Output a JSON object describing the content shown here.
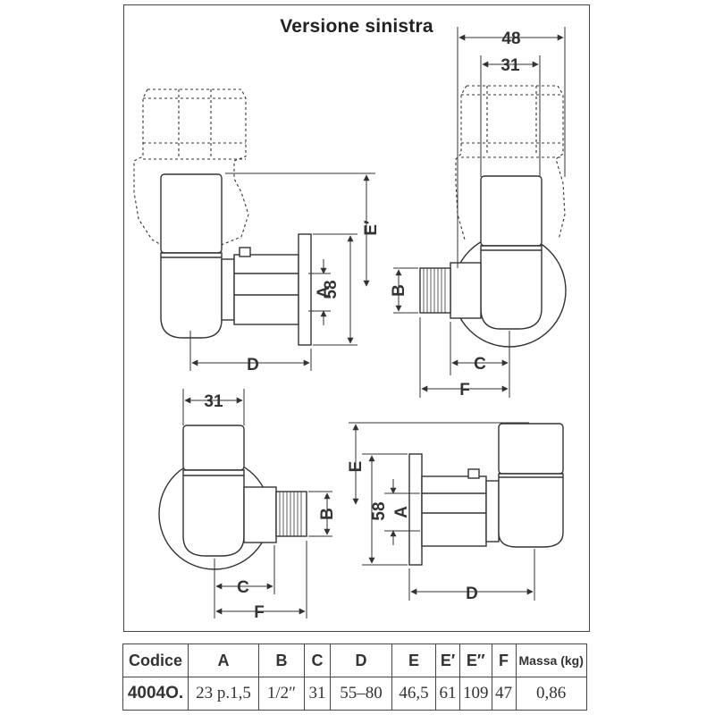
{
  "title": "Versione sinistra",
  "labels": {
    "A": "A",
    "B": "B",
    "C": "C",
    "D": "D",
    "E": "E",
    "E_prime": "E′",
    "F": "F",
    "dim_58": "58",
    "dim_48": "48",
    "dim_31": "31"
  },
  "table": {
    "headers": [
      "Codice",
      "A",
      "B",
      "C",
      "D",
      "E",
      "E′",
      "E′′",
      "F",
      "Massa (kg)"
    ],
    "row": [
      "4004O.",
      "23 p.1,5",
      "1/2″",
      "31",
      "55–80",
      "46,5",
      "61",
      "109",
      "47",
      "0,86"
    ]
  }
}
